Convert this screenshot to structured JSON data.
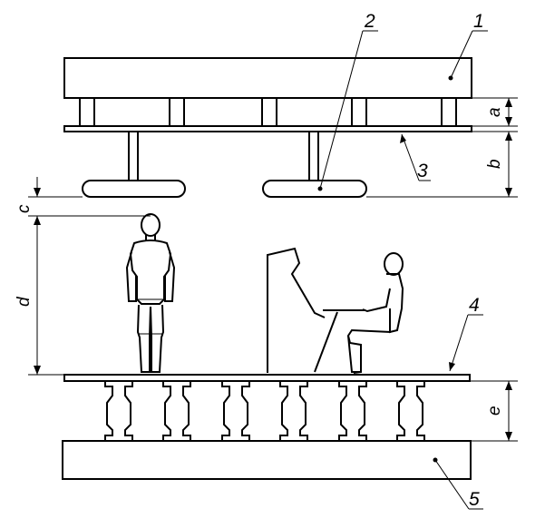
{
  "callouts": {
    "c1": "1",
    "c2": "2",
    "c3": "3",
    "c4": "4",
    "c5": "5"
  },
  "dimensions": {
    "a": "a",
    "b": "b",
    "c": "c",
    "d": "d",
    "e": "e"
  }
}
